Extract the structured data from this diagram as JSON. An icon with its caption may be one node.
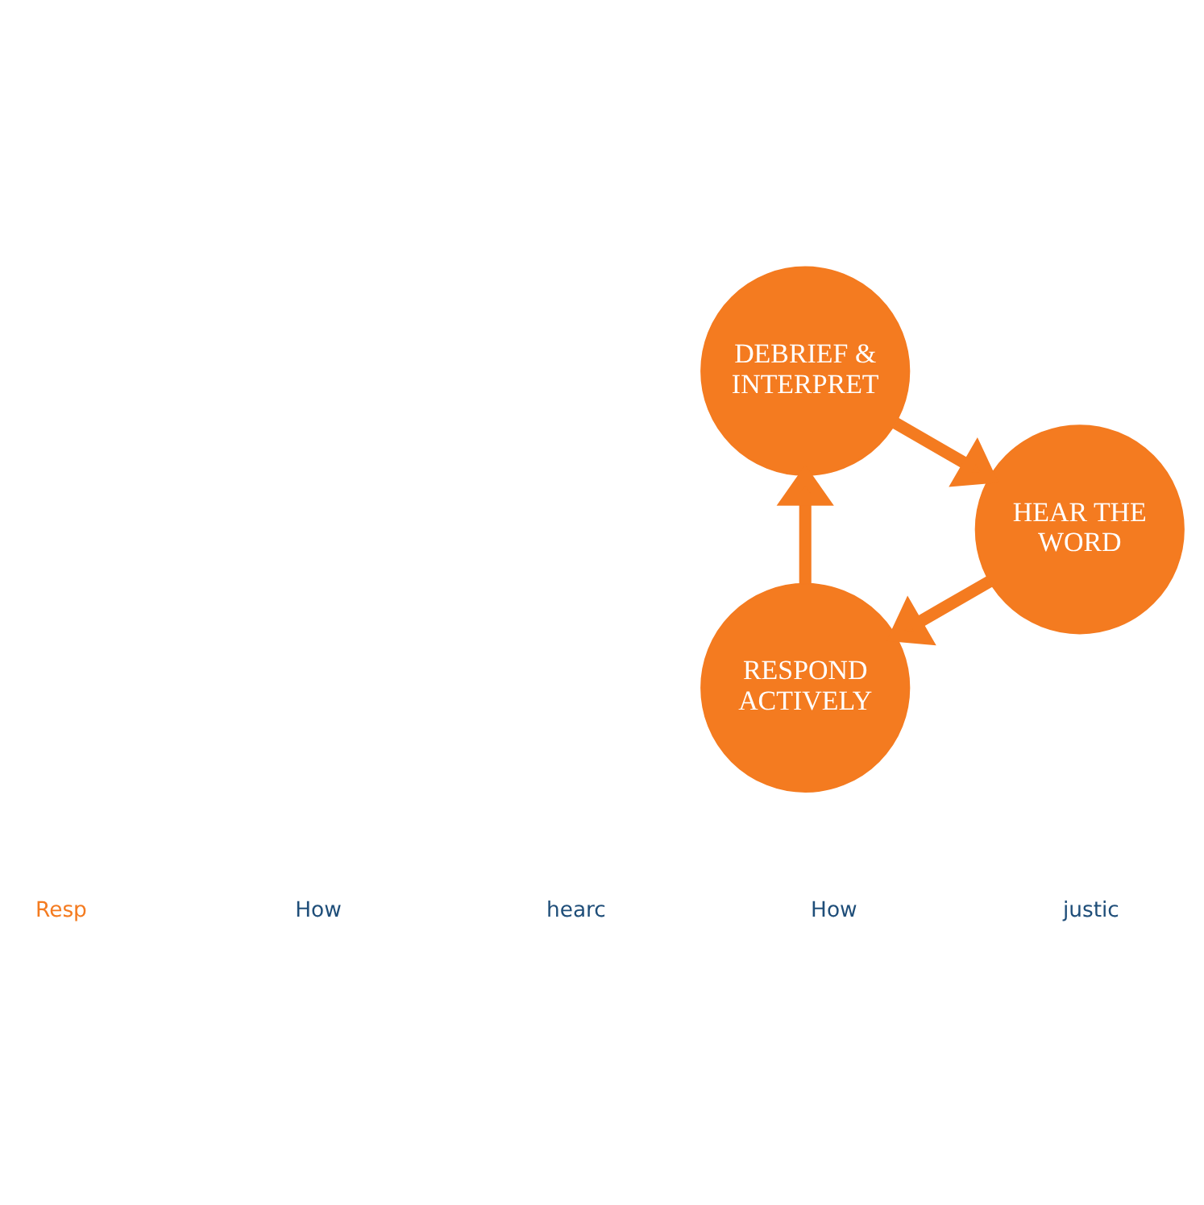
{
  "diagram": {
    "nodes": [
      {
        "text": [
          "RESPOND ACTIVELY"
        ]
      },
      {
        "text": [
          "DEBRIEF & INTERPRET"
        ]
      },
      {
        "text": [
          "HEAR THE WORD"
        ]
      }
    ],
    "edges": [
      {
        "from": 2,
        "to": 0,
        "arrow": "to"
      },
      {
        "from": 0,
        "to": 1,
        "arrow": "to"
      },
      {
        "from": 1,
        "to": 2,
        "arrow": "to"
      }
    ],
    "labels": [
      "Resp",
      "How",
      "hearc",
      "How",
      "justic"
    ]
  }
}
